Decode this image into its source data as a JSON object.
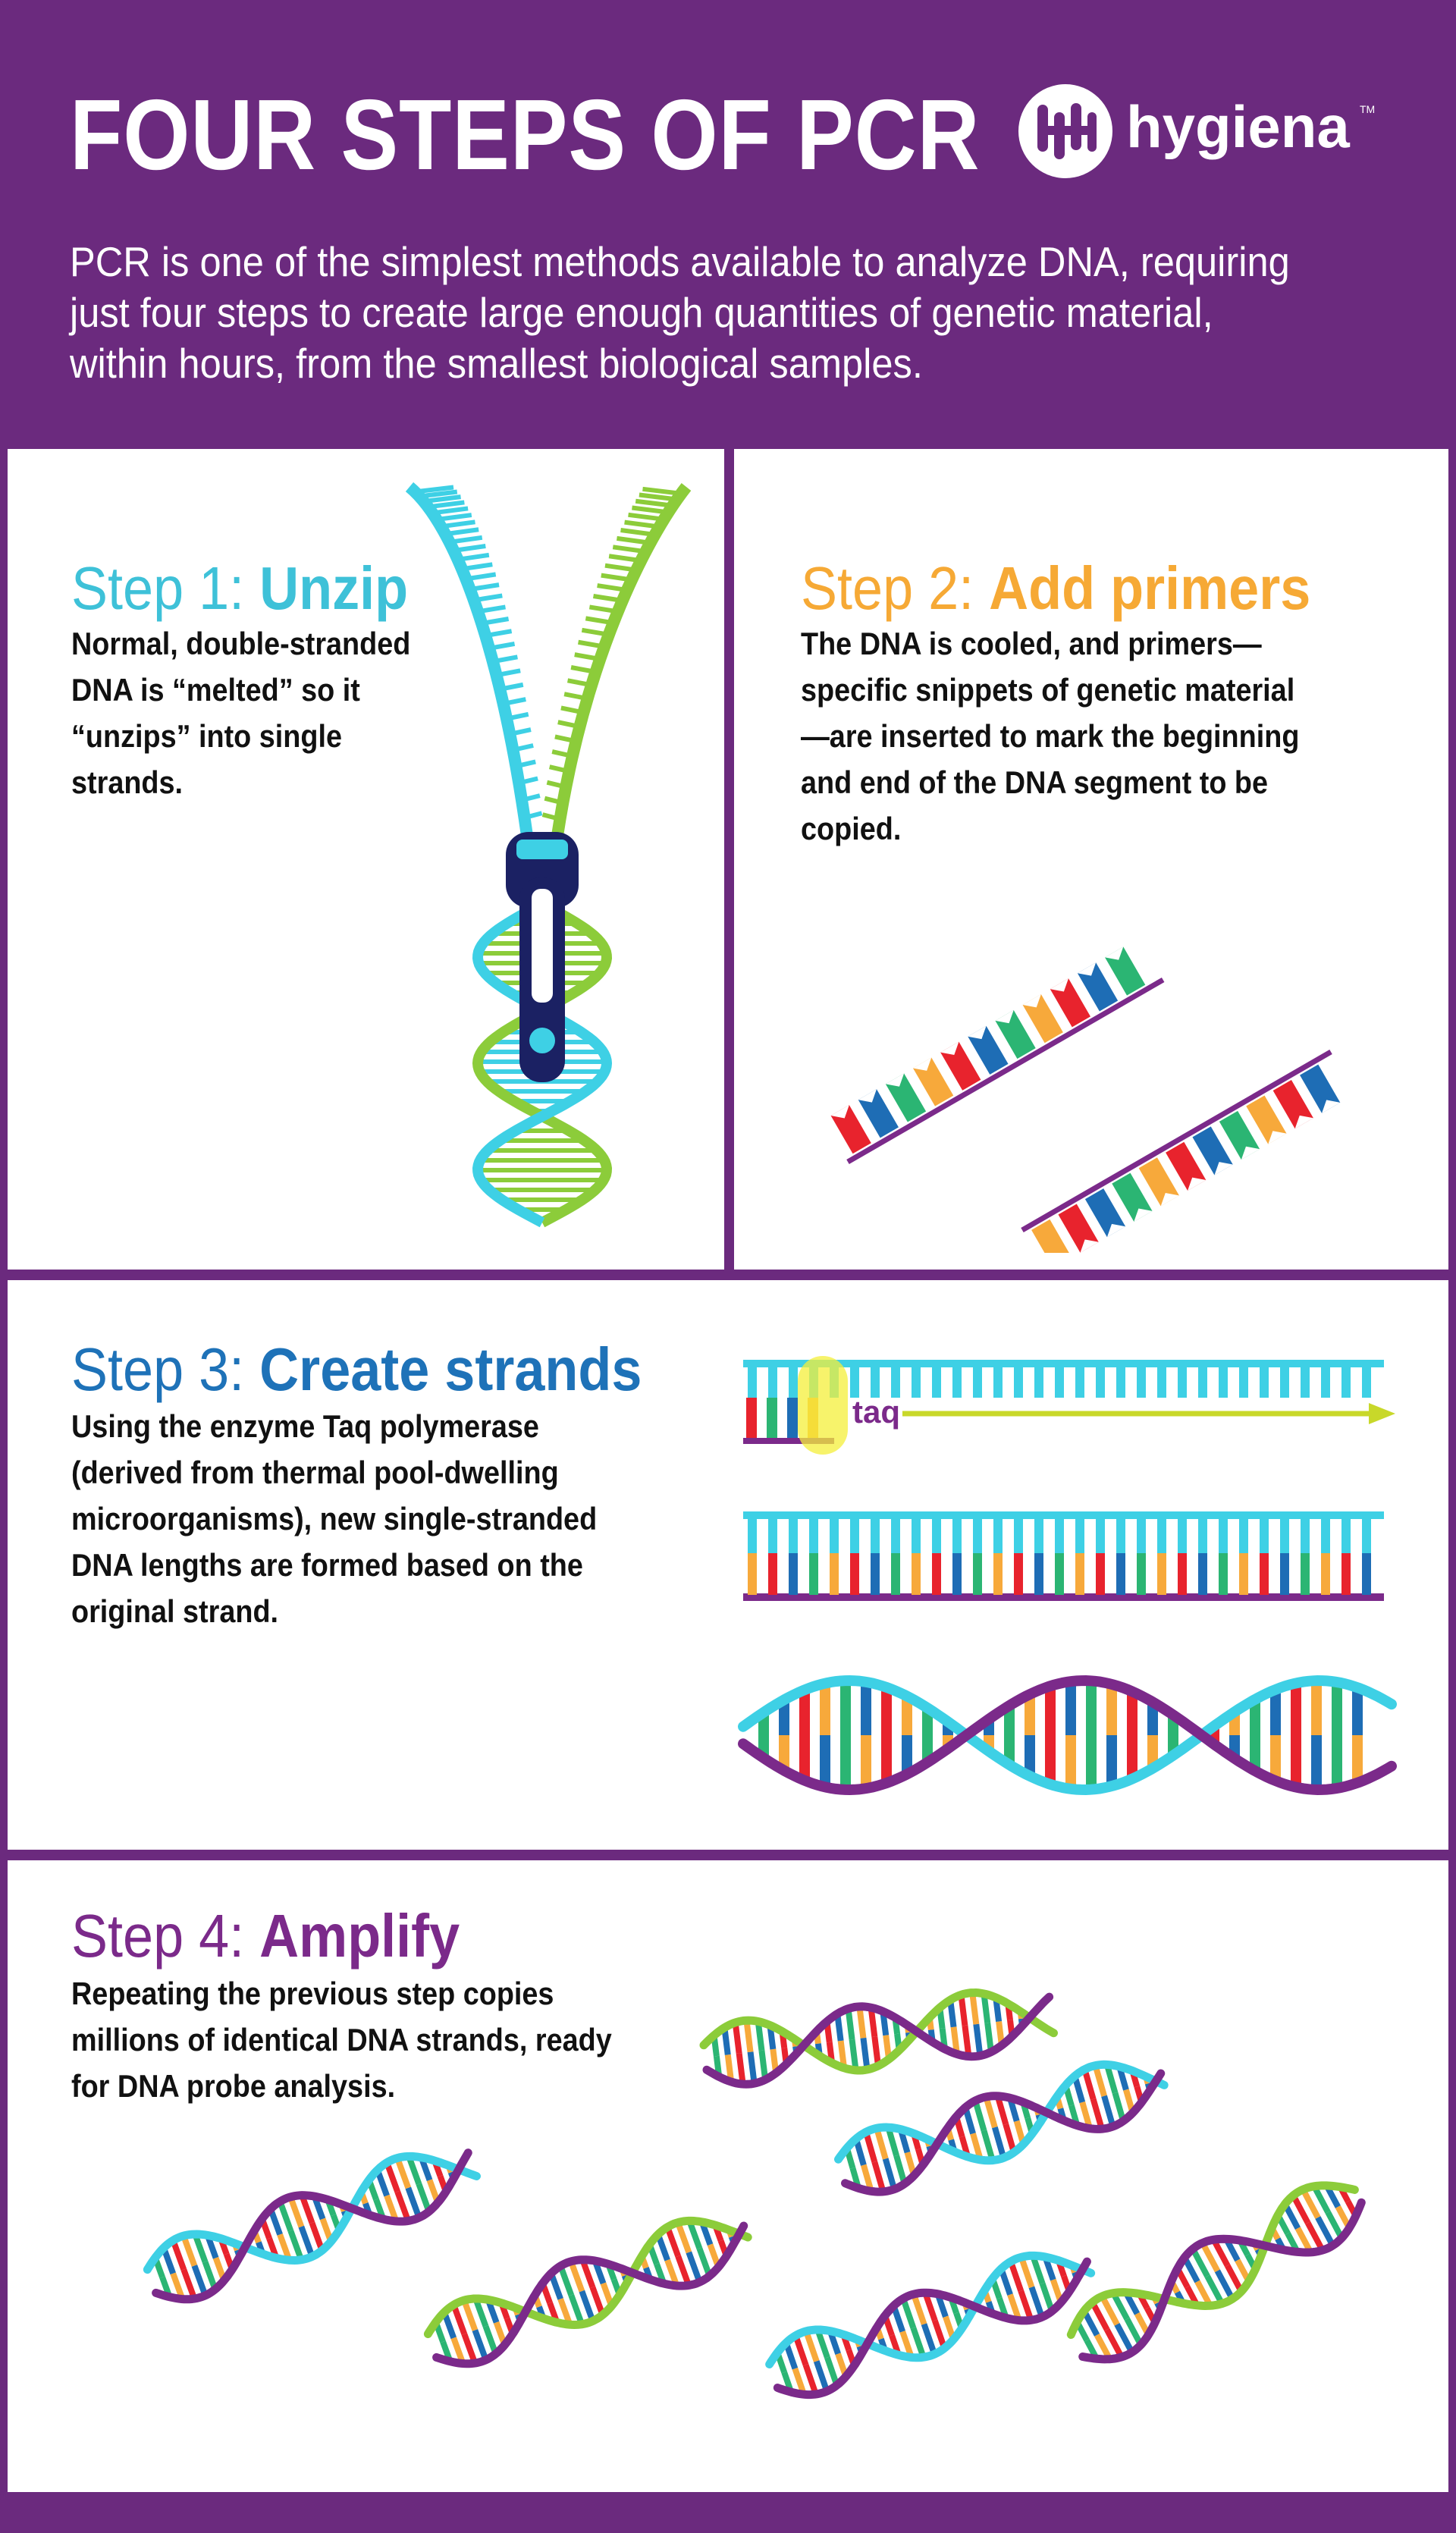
{
  "header": {
    "title": "FOUR STEPS OF PCR",
    "logo_text": "hygiena",
    "logo_tm": "TM",
    "intro": "PCR is one of the simplest methods available to analyze DNA, requiring just four steps to create large enough quantities of genetic material, within hours, from the smallest biological samples."
  },
  "steps": [
    {
      "prefix": "Step 1: ",
      "name": "Unzip",
      "color": "#3ec1d8",
      "description": "Normal, double-stranded DNA is “melted” so it “unzips” into single strands."
    },
    {
      "prefix": "Step 2: ",
      "name": "Add primers",
      "color": "#f6a935",
      "description": "The DNA is cooled, and primers—specific snippets of genetic material—are inserted to mark the beginning and end of the DNA segment to be copied."
    },
    {
      "prefix": "Step 3: ",
      "name": "Create strands",
      "color": "#1e72b8",
      "description": "Using the enzyme Taq polymerase (derived from thermal pool-dwelling microorganisms), new single-stranded DNA lengths are formed based on the original strand.",
      "enzyme_label": "taq"
    },
    {
      "prefix": "Step 4: ",
      "name": "Amplify",
      "color": "#7b2a8a",
      "description": "Repeating the previous step copies millions of identical DNA strands, ready for DNA probe analysis."
    }
  ],
  "colors": {
    "background": "#6b2a7e",
    "cyan": "#3ed0e5",
    "green": "#8ccc3a",
    "purple": "#7b2a8a",
    "navy": "#1b2163",
    "base_red": "#e8232d",
    "base_orange": "#f7a93b",
    "base_green": "#2bb573",
    "base_blue": "#1e6db5",
    "taq_highlight": "#f4ef3a",
    "arrow": "#c8d82a"
  }
}
